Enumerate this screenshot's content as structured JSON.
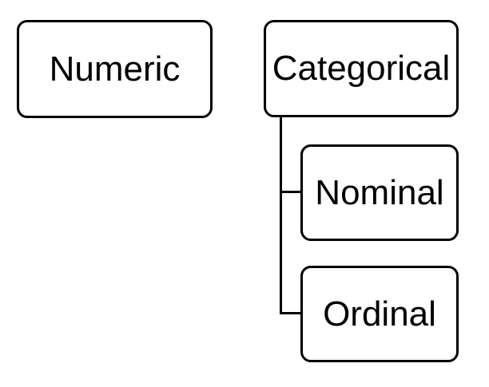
{
  "diagram": {
    "background_color": "#ffffff",
    "line_color": "#000000",
    "text_color": "#000000",
    "nodes": [
      {
        "id": "numeric",
        "label": "Numeric"
      },
      {
        "id": "categorical",
        "label": "Categorical"
      },
      {
        "id": "nominal",
        "label": "Nominal"
      },
      {
        "id": "ordinal",
        "label": "Ordinal"
      }
    ],
    "edges": [
      {
        "from": "categorical",
        "to": "nominal"
      },
      {
        "from": "categorical",
        "to": "ordinal"
      }
    ]
  }
}
